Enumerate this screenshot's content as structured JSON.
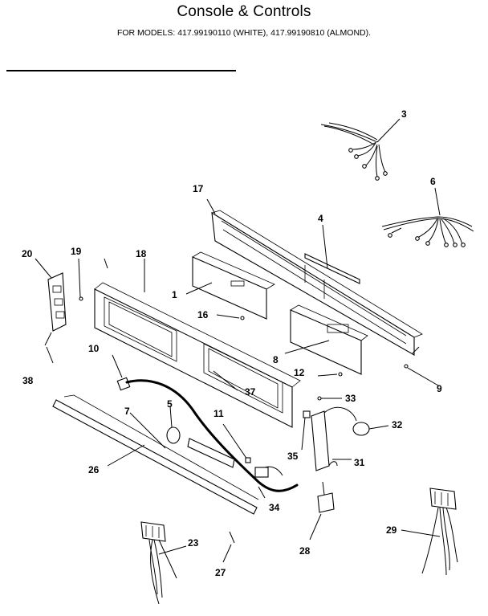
{
  "header": {
    "title": "Console & Controls",
    "subtitle": "FOR MODELS:  417.99190110 (WHITE), 417.99190810 (ALMOND)."
  },
  "callouts": [
    "3",
    "17",
    "4",
    "6",
    "20",
    "19",
    "18",
    "1",
    "16",
    "38",
    "10",
    "8",
    "12",
    "9",
    "37",
    "33",
    "5",
    "7",
    "11",
    "32",
    "35",
    "31",
    "26",
    "34",
    "29",
    "23",
    "28",
    "27"
  ]
}
